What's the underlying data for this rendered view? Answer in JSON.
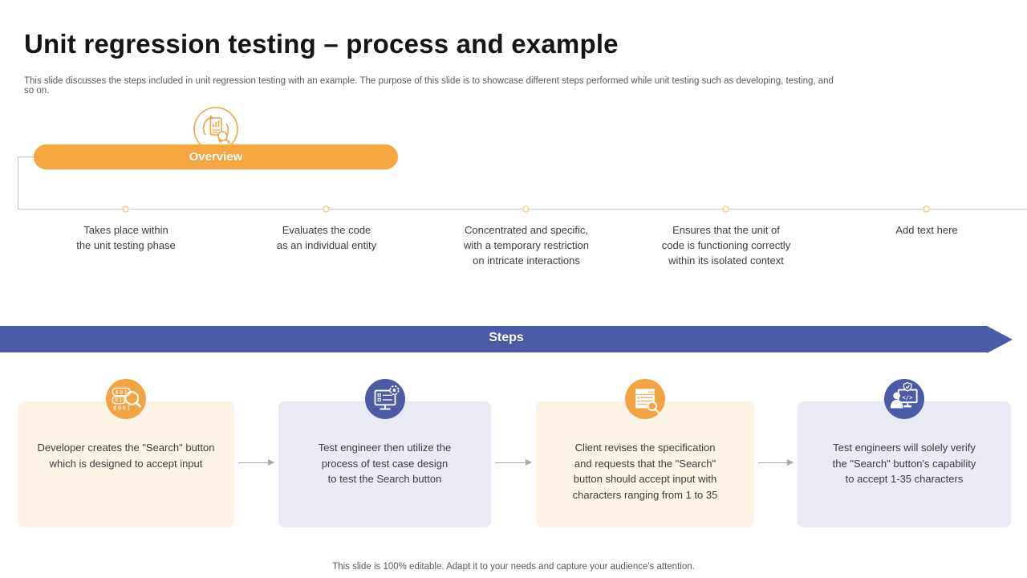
{
  "slide": {
    "title": "Unit regression testing – process and example",
    "subtitle": "This slide discusses the steps included in unit regression testing with an example. The purpose of this slide is to showcase different steps performed while unit testing such as developing, testing, and so on.",
    "footer": "This slide is 100% editable. Adapt it to your needs and capture your audience's attention."
  },
  "overview": {
    "label": "Overview",
    "icon": "document-analysis-refresh-icon",
    "items": [
      {
        "text": "Takes place within the unit testing phase"
      },
      {
        "text": "Evaluates the code as an individual entity"
      },
      {
        "text": "Concentrated and specific, with a temporary restriction on intricate interactions"
      },
      {
        "text": "Ensures that the unit of code is functioning correctly within its isolated context"
      },
      {
        "text": "Add text here"
      }
    ]
  },
  "steps": {
    "label": "Steps",
    "cards": [
      {
        "icon": "binary-code-search-icon",
        "theme": "orange",
        "text": "Developer creates the \"Search\" button which is designed to accept input"
      },
      {
        "icon": "monitor-checklist-gear-icon",
        "theme": "blue",
        "text": "Test engineer then utilize the process of test case design to test the Search button"
      },
      {
        "icon": "document-revision-search-icon",
        "theme": "orange",
        "text": "Client revises the specification and requests that the \"Search\" button should accept input with characters ranging from 1 to 35"
      },
      {
        "icon": "engineer-verify-code-icon",
        "theme": "blue",
        "text": "Test engineers will solely verify the \"Search\" button's capability to accept 1-35 characters"
      }
    ]
  },
  "colors": {
    "accent_orange": "#F6A73F",
    "accent_blue": "#4C5BA7",
    "card_cream": "#FDF3E6",
    "card_lavender": "#E9EAF4",
    "line_gray": "#C9C9C9",
    "node_gold": "#EED9A4",
    "text_dark": "#3D3D3D",
    "text_gray": "#5A5A5A"
  }
}
